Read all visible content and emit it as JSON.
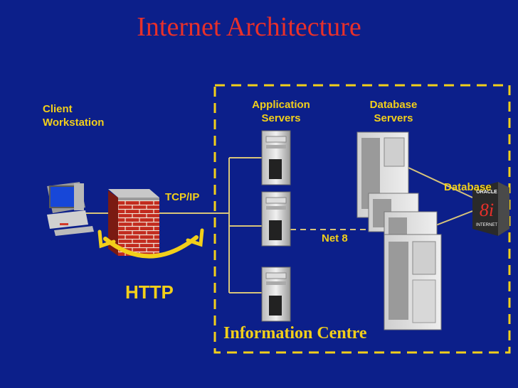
{
  "title": "Internet Architecture",
  "labels": {
    "client_line1": "Client",
    "client_line2": "Workstation",
    "app_servers_line1": "Application",
    "app_servers_line2": "Servers",
    "db_servers_line1": "Database",
    "db_servers_line2": "Servers",
    "database": "Database",
    "tcpip": "TCP/IP",
    "net8": "Net 8",
    "http": "HTTP",
    "info_centre": "Information Centre"
  },
  "oracle_badge": {
    "brand": "ORACLE",
    "version": "8i",
    "sub": "INTERNET"
  },
  "colors": {
    "background": "#0c1f8a",
    "title": "#e8302a",
    "accent": "#f2cf1a",
    "connector": "#d8c47a"
  }
}
